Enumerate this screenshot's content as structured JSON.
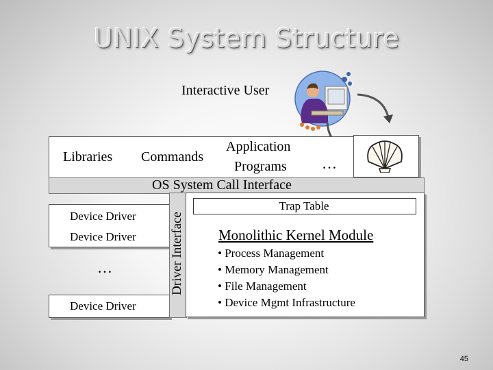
{
  "slide": {
    "title": "UNIX System Structure",
    "page_number": "45"
  },
  "user_layer": {
    "interactive_user": "Interactive User",
    "user_icon": "person-at-computer-icon",
    "shell_icon": "shell-icon"
  },
  "application_layer": {
    "libraries": "Libraries",
    "commands": "Commands",
    "application_programs_line1": "Application",
    "application_programs_line2": "Programs",
    "ellipsis": "…"
  },
  "os_interface": {
    "system_call_interface": "OS System Call Interface",
    "driver_interface": "Driver Interface"
  },
  "drivers": {
    "items": [
      "Device Driver",
      "Device Driver",
      "Device Driver"
    ],
    "ellipsis": "…"
  },
  "kernel": {
    "trap_table": "Trap Table",
    "title": "Monolithic Kernel Module",
    "bullets": [
      "• Process Management",
      "• Memory Management",
      "• File Management",
      "• Device Mgmt Infrastructure"
    ]
  },
  "colors": {
    "gray_band": "#d8d8d8",
    "box_shadow": "#9a9a9a",
    "title_text": "#d9d9d9"
  }
}
